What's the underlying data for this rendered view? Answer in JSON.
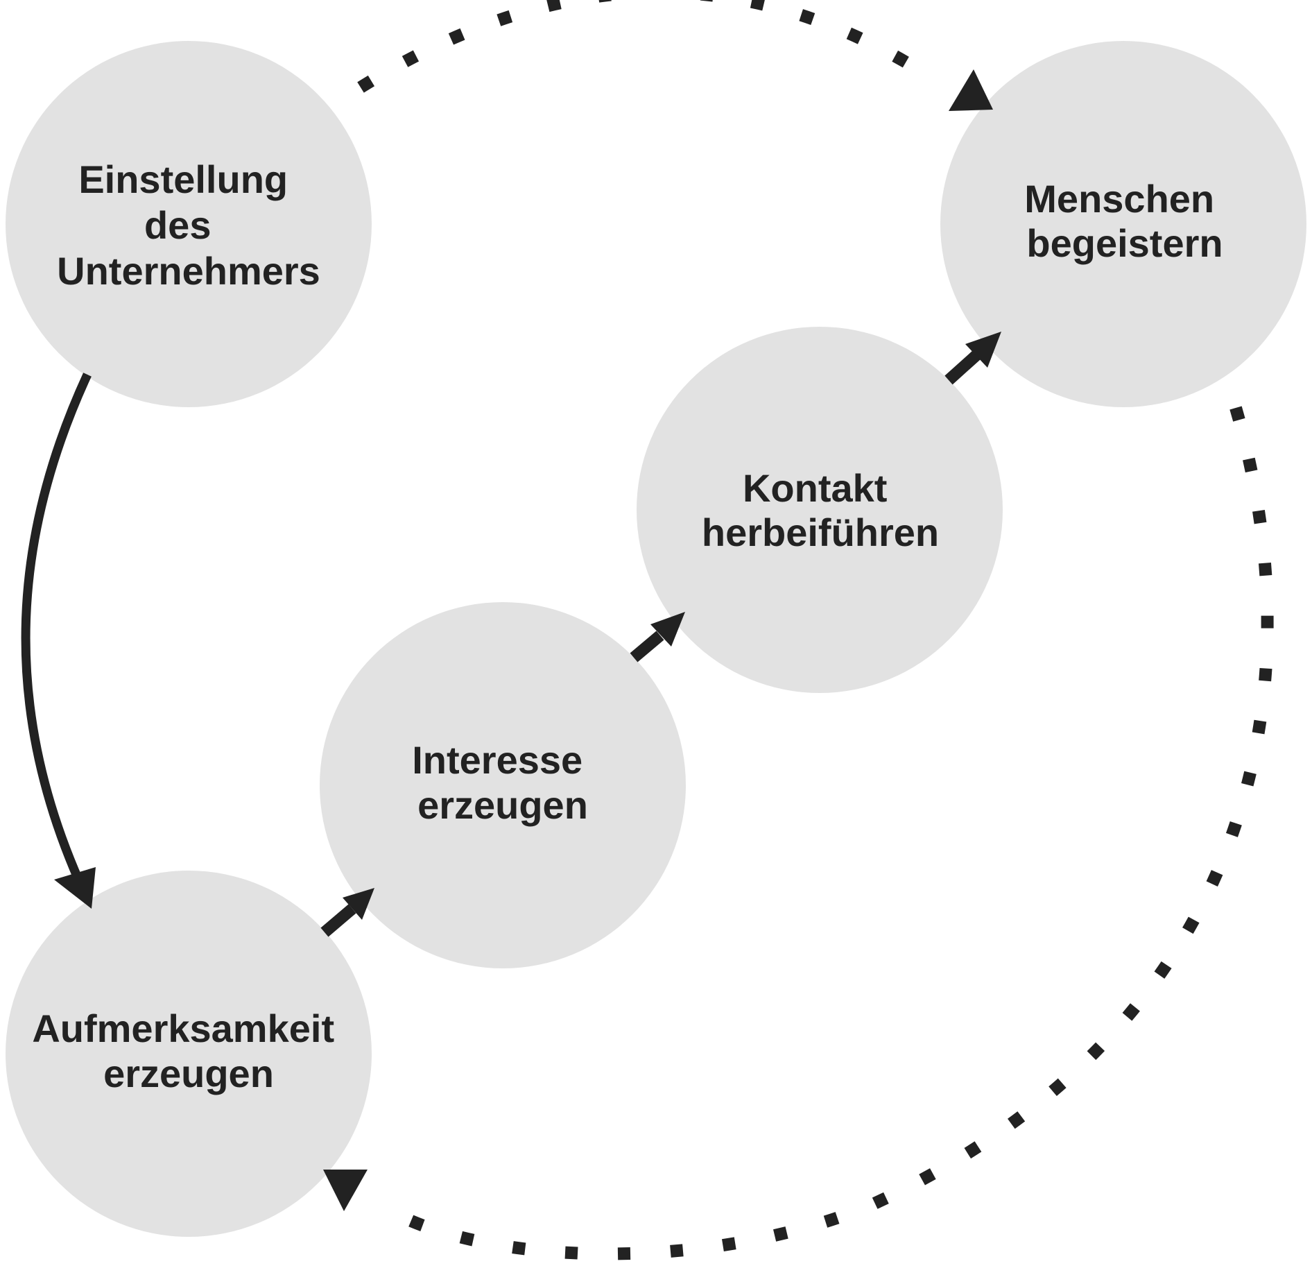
{
  "diagram": {
    "colors": {
      "node_fill": "#e2e2e2",
      "ink": "#222222",
      "background": "#ffffff"
    },
    "nodes": [
      {
        "id": "einstellung",
        "lines": [
          "Einstellung",
          "des",
          "Unternehmers"
        ]
      },
      {
        "id": "aufmerksamkeit",
        "lines": [
          "Aufmerksamkeit",
          "erzeugen"
        ]
      },
      {
        "id": "interesse",
        "lines": [
          "Interesse",
          "erzeugen"
        ]
      },
      {
        "id": "kontakt",
        "lines": [
          "Kontakt",
          "herbeiführen"
        ]
      },
      {
        "id": "menschen",
        "lines": [
          "Menschen",
          "begeistern"
        ]
      }
    ],
    "edges": [
      {
        "from": "einstellung",
        "to": "aufmerksamkeit",
        "style": "solid-curved"
      },
      {
        "from": "aufmerksamkeit",
        "to": "interesse",
        "style": "solid-short"
      },
      {
        "from": "interesse",
        "to": "kontakt",
        "style": "solid-short"
      },
      {
        "from": "kontakt",
        "to": "menschen",
        "style": "solid-short"
      },
      {
        "from": "einstellung",
        "to": "menschen",
        "style": "dotted-arc"
      },
      {
        "from": "menschen",
        "to": "aufmerksamkeit",
        "style": "dotted-arc"
      }
    ]
  }
}
